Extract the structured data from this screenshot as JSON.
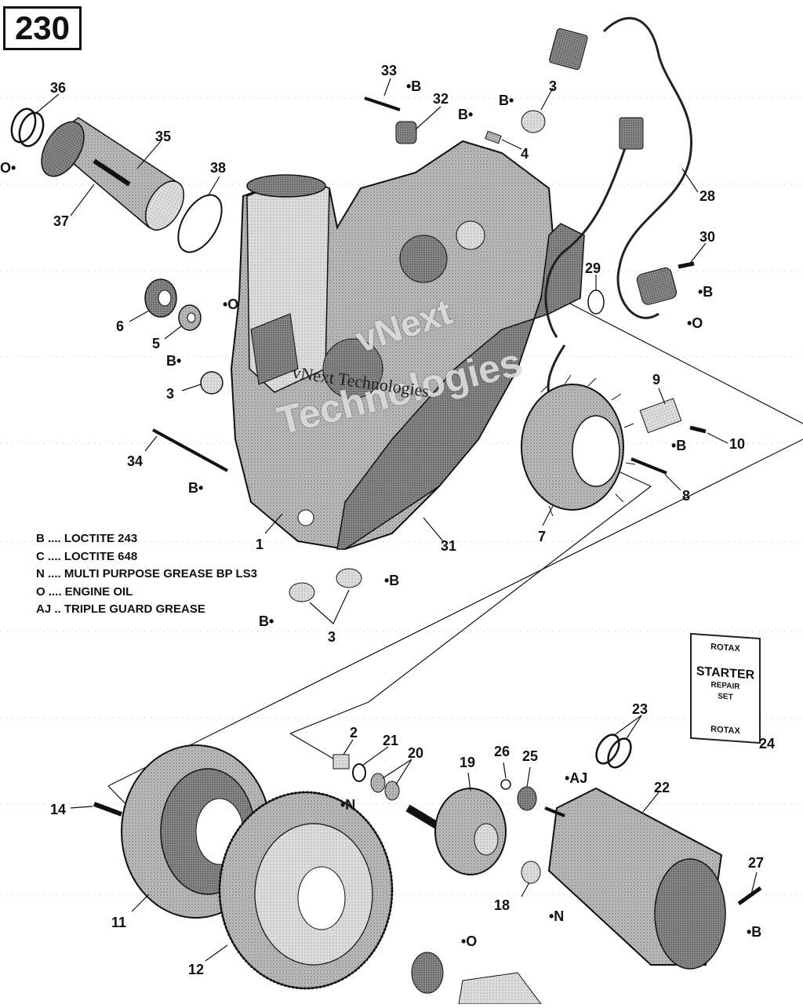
{
  "page_number": "230",
  "callouts": [
    {
      "id": "c1",
      "text": "1"
    },
    {
      "id": "c2",
      "text": "2"
    },
    {
      "id": "c3a",
      "text": "3"
    },
    {
      "id": "c3b",
      "text": "3"
    },
    {
      "id": "c3c",
      "text": "3"
    },
    {
      "id": "c4",
      "text": "4"
    },
    {
      "id": "c5",
      "text": "5"
    },
    {
      "id": "c6",
      "text": "6"
    },
    {
      "id": "c7",
      "text": "7"
    },
    {
      "id": "c8",
      "text": "8"
    },
    {
      "id": "c9",
      "text": "9"
    },
    {
      "id": "c10",
      "text": "10"
    },
    {
      "id": "c11",
      "text": "11"
    },
    {
      "id": "c12",
      "text": "12"
    },
    {
      "id": "c14",
      "text": "14"
    },
    {
      "id": "c18",
      "text": "18"
    },
    {
      "id": "c19",
      "text": "19"
    },
    {
      "id": "c20",
      "text": "20"
    },
    {
      "id": "c21",
      "text": "21"
    },
    {
      "id": "c22",
      "text": "22"
    },
    {
      "id": "c23",
      "text": "23"
    },
    {
      "id": "c24",
      "text": "24"
    },
    {
      "id": "c25",
      "text": "25"
    },
    {
      "id": "c26",
      "text": "26"
    },
    {
      "id": "c27",
      "text": "27"
    },
    {
      "id": "c28",
      "text": "28"
    },
    {
      "id": "c29",
      "text": "29"
    },
    {
      "id": "c30",
      "text": "30"
    },
    {
      "id": "c31",
      "text": "31"
    },
    {
      "id": "c32",
      "text": "32"
    },
    {
      "id": "c33",
      "text": "33"
    },
    {
      "id": "c34",
      "text": "34"
    },
    {
      "id": "c35",
      "text": "35"
    },
    {
      "id": "c36",
      "text": "36"
    },
    {
      "id": "c37",
      "text": "37"
    },
    {
      "id": "c38",
      "text": "38"
    },
    {
      "id": "t33",
      "text": "•B"
    },
    {
      "id": "t3",
      "text": "B•"
    },
    {
      "id": "t4",
      "text": "B•"
    },
    {
      "id": "t36",
      "text": "O•"
    },
    {
      "id": "t5",
      "text": "•O"
    },
    {
      "id": "t3l",
      "text": "B•"
    },
    {
      "id": "t34",
      "text": "B•"
    },
    {
      "id": "t30",
      "text": "•B"
    },
    {
      "id": "t28o",
      "text": "•O"
    },
    {
      "id": "t10",
      "text": "•B"
    },
    {
      "id": "t3r",
      "text": "•B"
    },
    {
      "id": "t3bl",
      "text": "B•"
    },
    {
      "id": "t2",
      "text": "•N"
    },
    {
      "id": "tAJ",
      "text": "•AJ"
    },
    {
      "id": "t18",
      "text": "•N"
    },
    {
      "id": "t27",
      "text": "•B"
    },
    {
      "id": "t12o",
      "text": "•O"
    }
  ],
  "legend": [
    "B .... LOCTITE 243",
    "C .... LOCTITE 648",
    "N .... MULTI PURPOSE GREASE BP LS3",
    "O .... ENGINE OIL",
    "AJ .. TRIPLE GUARD GREASE"
  ],
  "watermark": {
    "line1": "vNext",
    "line2": "Technologies",
    "line3": "vNext Technologies"
  },
  "starter_card": {
    "brand": "ROTAX",
    "title": "STARTER",
    "line1": "REPAIR",
    "line2": "SET"
  }
}
